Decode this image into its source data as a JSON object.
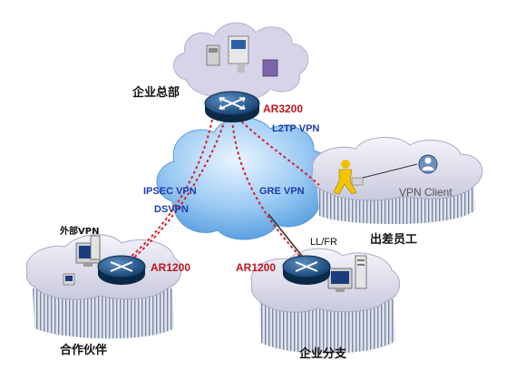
{
  "sites": {
    "headquarters": "企业总部",
    "partner": "合作伙伴",
    "branch": "企业分支",
    "traveler": "出差员工"
  },
  "routers": {
    "hq_router": "AR3200",
    "partner_router": "AR1200",
    "branch_router": "AR1200"
  },
  "links": {
    "l2tp": "L2TP VPN",
    "ipsec": "IPSEC VPN",
    "dsvpn": "DSVPN",
    "gre": "GRE VPN",
    "llfr": "LL/FR"
  },
  "partner_extra_label": "外部VPN",
  "vpn_client_label": "VPN Client",
  "colors": {
    "vpn_link": "#d6202a",
    "leased_line": "#333333",
    "cloud_blue": "#6fb2ea",
    "router_blue": "#1d4f86",
    "site_cloud": "#cfcfe4",
    "label_red": "#c0161c",
    "label_blue": "#1f3aa8"
  },
  "icons": [
    "router-icon",
    "internet-cloud-icon",
    "server-icon",
    "desktop-computer-icon",
    "traveling-person-icon",
    "vpn-client-icon"
  ]
}
